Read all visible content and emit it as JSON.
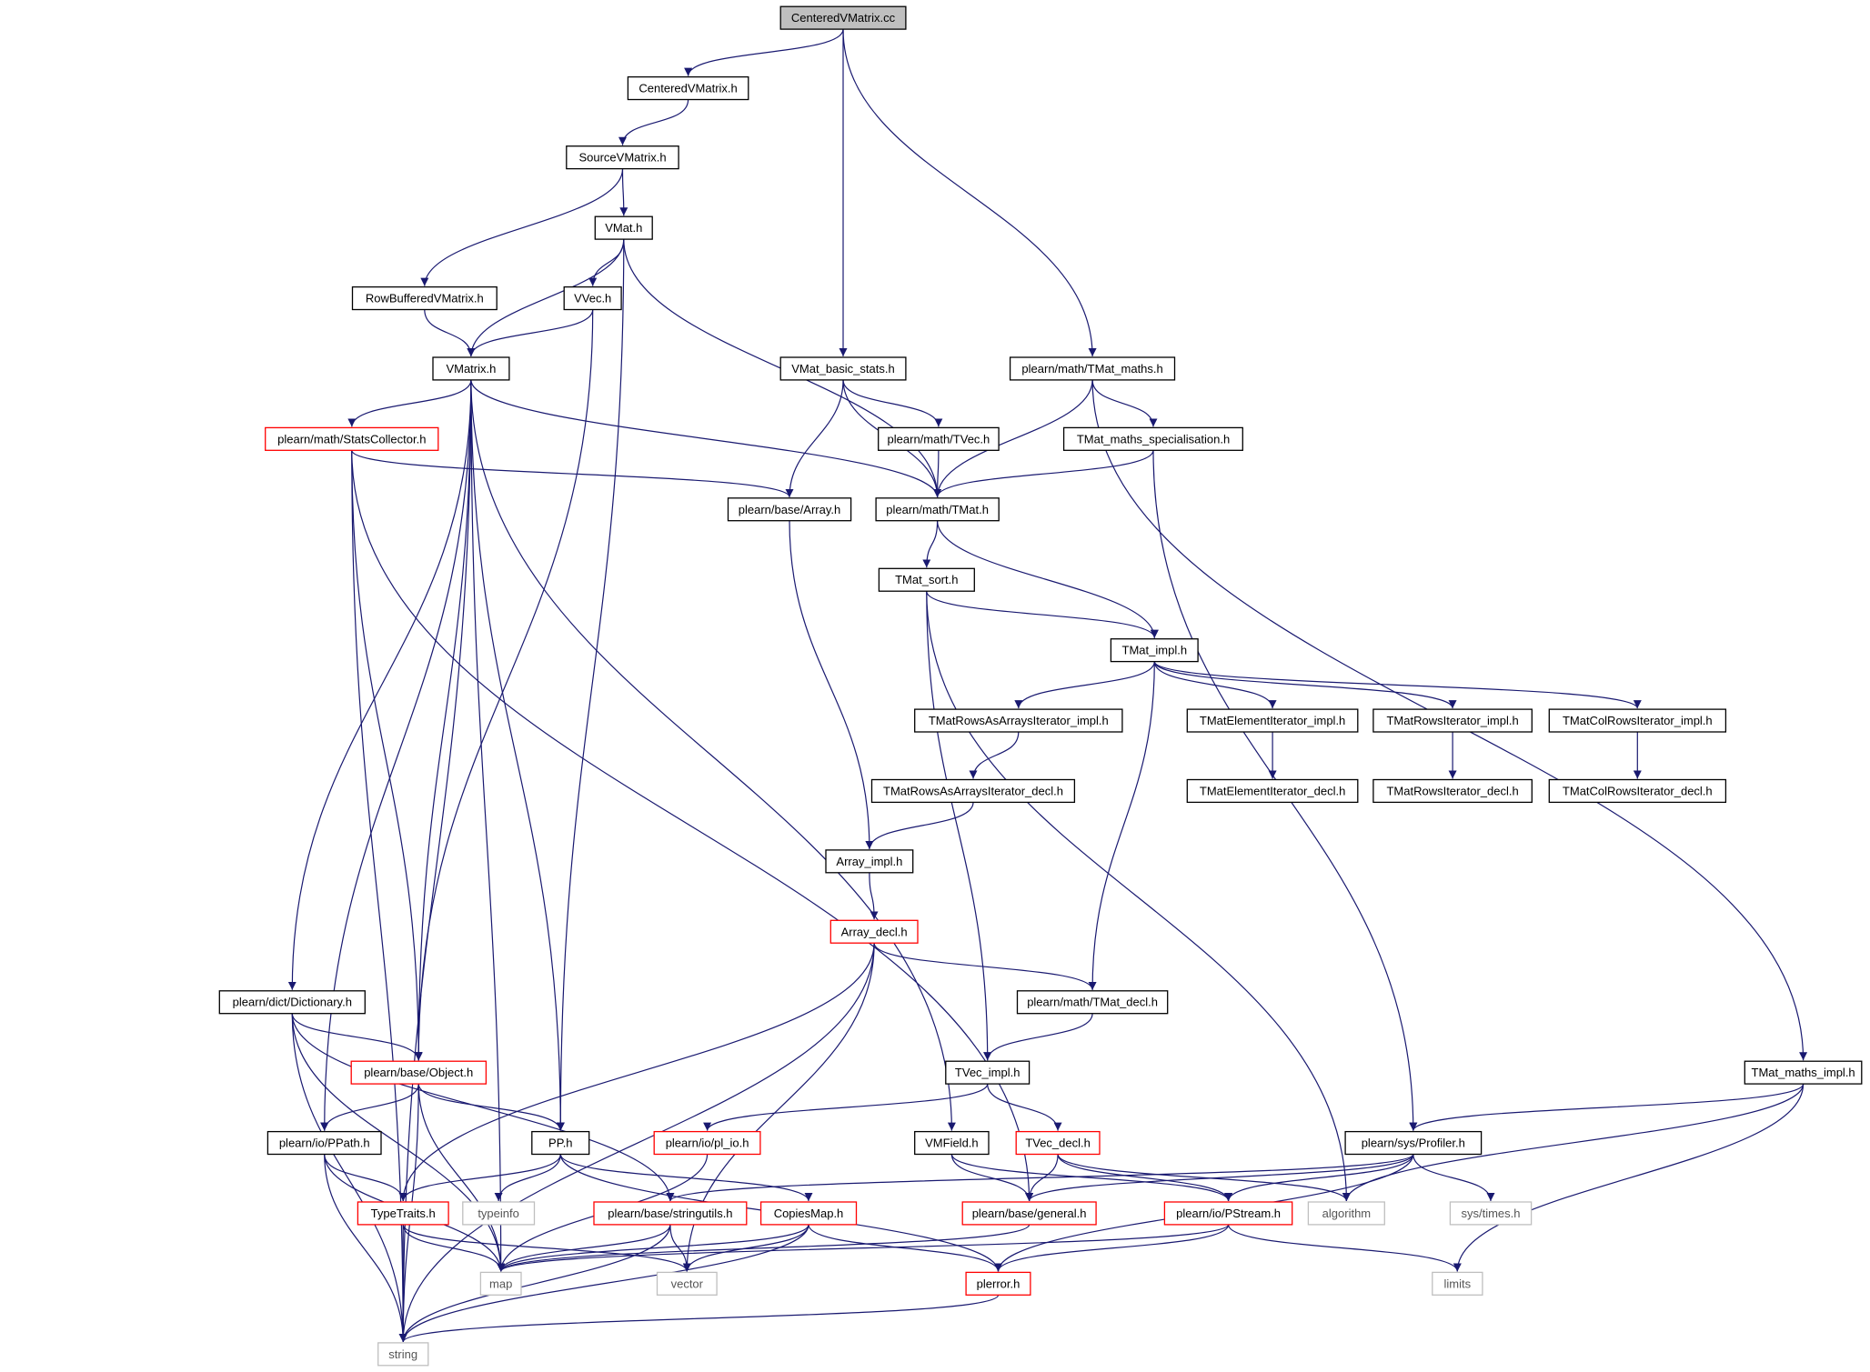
{
  "colors": {
    "edge": "#191970",
    "normal_border": "#000000",
    "truncated_border": "#ff0000",
    "system_border": "#bfbfbf",
    "root_fill": "#bfbfbf",
    "background": "#ffffff"
  },
  "nodes": [
    {
      "id": "root",
      "label": "CenteredVMatrix.cc",
      "kind": "root"
    },
    {
      "id": "cvm_h",
      "label": "CenteredVMatrix.h",
      "kind": "normal"
    },
    {
      "id": "svm_h",
      "label": "SourceVMatrix.h",
      "kind": "normal"
    },
    {
      "id": "vmat_h",
      "label": "VMat.h",
      "kind": "normal"
    },
    {
      "id": "rbvm_h",
      "label": "RowBufferedVMatrix.h",
      "kind": "normal"
    },
    {
      "id": "vvec_h",
      "label": "VVec.h",
      "kind": "normal"
    },
    {
      "id": "vmatrix_h",
      "label": "VMatrix.h",
      "kind": "normal"
    },
    {
      "id": "vmbs_h",
      "label": "VMat_basic_stats.h",
      "kind": "normal"
    },
    {
      "id": "tmaths_h",
      "label": "plearn/math/TMat_maths.h",
      "kind": "normal"
    },
    {
      "id": "stats_h",
      "label": "plearn/math/StatsCollector.h",
      "kind": "truncated"
    },
    {
      "id": "tvec_h",
      "label": "plearn/math/TVec.h",
      "kind": "normal"
    },
    {
      "id": "tmspec_h",
      "label": "TMat_maths_specialisation.h",
      "kind": "normal"
    },
    {
      "id": "array_h",
      "label": "plearn/base/Array.h",
      "kind": "normal"
    },
    {
      "id": "tmat_h",
      "label": "plearn/math/TMat.h",
      "kind": "normal"
    },
    {
      "id": "tmsort_h",
      "label": "TMat_sort.h",
      "kind": "normal"
    },
    {
      "id": "tmimpl_h",
      "label": "TMat_impl.h",
      "kind": "normal"
    },
    {
      "id": "traii_h",
      "label": "TMatRowsAsArraysIterator_impl.h",
      "kind": "normal"
    },
    {
      "id": "teii_h",
      "label": "TMatElementIterator_impl.h",
      "kind": "normal"
    },
    {
      "id": "tri_h",
      "label": "TMatRowsIterator_impl.h",
      "kind": "normal"
    },
    {
      "id": "tcri_h",
      "label": "TMatColRowsIterator_impl.h",
      "kind": "normal"
    },
    {
      "id": "traid_h",
      "label": "TMatRowsAsArraysIterator_decl.h",
      "kind": "normal"
    },
    {
      "id": "teid_h",
      "label": "TMatElementIterator_decl.h",
      "kind": "normal"
    },
    {
      "id": "trid_h",
      "label": "TMatRowsIterator_decl.h",
      "kind": "normal"
    },
    {
      "id": "tcrid_h",
      "label": "TMatColRowsIterator_decl.h",
      "kind": "normal"
    },
    {
      "id": "arrimpl_h",
      "label": "Array_impl.h",
      "kind": "normal"
    },
    {
      "id": "arrdecl_h",
      "label": "Array_decl.h",
      "kind": "truncated"
    },
    {
      "id": "dict_h",
      "label": "plearn/dict/Dictionary.h",
      "kind": "normal"
    },
    {
      "id": "tmdecl_h",
      "label": "plearn/math/TMat_decl.h",
      "kind": "normal"
    },
    {
      "id": "object_h",
      "label": "plearn/base/Object.h",
      "kind": "truncated"
    },
    {
      "id": "tvimpl_h",
      "label": "TVec_impl.h",
      "kind": "normal"
    },
    {
      "id": "tmmimpl_h",
      "label": "TMat_maths_impl.h",
      "kind": "normal"
    },
    {
      "id": "ppath_h",
      "label": "plearn/io/PPath.h",
      "kind": "normal"
    },
    {
      "id": "pp_h",
      "label": "PP.h",
      "kind": "normal"
    },
    {
      "id": "plio_h",
      "label": "plearn/io/pl_io.h",
      "kind": "truncated"
    },
    {
      "id": "vmfield_h",
      "label": "VMField.h",
      "kind": "normal"
    },
    {
      "id": "tvdecl_h",
      "label": "TVec_decl.h",
      "kind": "truncated"
    },
    {
      "id": "profiler_h",
      "label": "plearn/sys/Profiler.h",
      "kind": "normal"
    },
    {
      "id": "typetraits_h",
      "label": "TypeTraits.h",
      "kind": "truncated"
    },
    {
      "id": "typeinfo",
      "label": "typeinfo",
      "kind": "system"
    },
    {
      "id": "stringutils_h",
      "label": "plearn/base/stringutils.h",
      "kind": "truncated"
    },
    {
      "id": "copiesmap_h",
      "label": "CopiesMap.h",
      "kind": "truncated"
    },
    {
      "id": "general_h",
      "label": "plearn/base/general.h",
      "kind": "truncated"
    },
    {
      "id": "pstream_h",
      "label": "plearn/io/PStream.h",
      "kind": "truncated"
    },
    {
      "id": "algorithm",
      "label": "algorithm",
      "kind": "system"
    },
    {
      "id": "systimes",
      "label": "sys/times.h",
      "kind": "system"
    },
    {
      "id": "map",
      "label": "map",
      "kind": "system"
    },
    {
      "id": "vector",
      "label": "vector",
      "kind": "system"
    },
    {
      "id": "plerror_h",
      "label": "plerror.h",
      "kind": "truncated"
    },
    {
      "id": "limits",
      "label": "limits",
      "kind": "system"
    },
    {
      "id": "string",
      "label": "string",
      "kind": "system"
    }
  ],
  "edges": [
    [
      "root",
      "cvm_h"
    ],
    [
      "root",
      "vmbs_h"
    ],
    [
      "root",
      "tmaths_h"
    ],
    [
      "cvm_h",
      "svm_h"
    ],
    [
      "svm_h",
      "rbvm_h"
    ],
    [
      "svm_h",
      "vmat_h"
    ],
    [
      "vmat_h",
      "vvec_h"
    ],
    [
      "vmat_h",
      "vmatrix_h"
    ],
    [
      "vmat_h",
      "pp_h"
    ],
    [
      "vmat_h",
      "tmat_h"
    ],
    [
      "rbvm_h",
      "vmatrix_h"
    ],
    [
      "vvec_h",
      "vmatrix_h"
    ],
    [
      "vvec_h",
      "object_h"
    ],
    [
      "vmatrix_h",
      "stats_h"
    ],
    [
      "vmatrix_h",
      "tmat_h"
    ],
    [
      "vmatrix_h",
      "object_h"
    ],
    [
      "vmatrix_h",
      "pp_h"
    ],
    [
      "vmatrix_h",
      "vmfield_h"
    ],
    [
      "vmatrix_h",
      "dict_h"
    ],
    [
      "vmatrix_h",
      "ppath_h"
    ],
    [
      "vmatrix_h",
      "map"
    ],
    [
      "vmatrix_h",
      "string"
    ],
    [
      "stats_h",
      "array_h"
    ],
    [
      "stats_h",
      "object_h"
    ],
    [
      "stats_h",
      "general_h"
    ],
    [
      "stats_h",
      "string"
    ],
    [
      "vmbs_h",
      "array_h"
    ],
    [
      "vmbs_h",
      "tvec_h"
    ],
    [
      "vmbs_h",
      "tmat_h"
    ],
    [
      "tvec_h",
      "tmat_h"
    ],
    [
      "tmaths_h",
      "tmspec_h"
    ],
    [
      "tmaths_h",
      "tmat_h"
    ],
    [
      "tmaths_h",
      "tmmimpl_h"
    ],
    [
      "tmspec_h",
      "tmat_h"
    ],
    [
      "tmspec_h",
      "profiler_h"
    ],
    [
      "array_h",
      "arrimpl_h"
    ],
    [
      "tmat_h",
      "tmsort_h"
    ],
    [
      "tmat_h",
      "tmimpl_h"
    ],
    [
      "tmsort_h",
      "tmimpl_h"
    ],
    [
      "tmsort_h",
      "tvimpl_h"
    ],
    [
      "tmsort_h",
      "algorithm"
    ],
    [
      "tmimpl_h",
      "traii_h"
    ],
    [
      "tmimpl_h",
      "teii_h"
    ],
    [
      "tmimpl_h",
      "tri_h"
    ],
    [
      "tmimpl_h",
      "tcri_h"
    ],
    [
      "tmimpl_h",
      "tmdecl_h"
    ],
    [
      "traii_h",
      "traid_h"
    ],
    [
      "teii_h",
      "teid_h"
    ],
    [
      "tri_h",
      "trid_h"
    ],
    [
      "tcri_h",
      "tcrid_h"
    ],
    [
      "traid_h",
      "arrimpl_h"
    ],
    [
      "arrimpl_h",
      "arrdecl_h"
    ],
    [
      "arrdecl_h",
      "tmdecl_h"
    ],
    [
      "arrdecl_h",
      "typetraits_h"
    ],
    [
      "arrdecl_h",
      "vector"
    ],
    [
      "arrdecl_h",
      "string"
    ],
    [
      "tmdecl_h",
      "tvimpl_h"
    ],
    [
      "dict_h",
      "object_h"
    ],
    [
      "dict_h",
      "stringutils_h"
    ],
    [
      "dict_h",
      "map"
    ],
    [
      "dict_h",
      "string"
    ],
    [
      "object_h",
      "ppath_h"
    ],
    [
      "object_h",
      "pp_h"
    ],
    [
      "object_h",
      "map"
    ],
    [
      "object_h",
      "string"
    ],
    [
      "tvimpl_h",
      "plio_h"
    ],
    [
      "tvimpl_h",
      "tvdecl_h"
    ],
    [
      "tmmimpl_h",
      "profiler_h"
    ],
    [
      "tmmimpl_h",
      "algorithm"
    ],
    [
      "tmmimpl_h",
      "limits"
    ],
    [
      "ppath_h",
      "typetraits_h"
    ],
    [
      "ppath_h",
      "map"
    ],
    [
      "ppath_h",
      "string"
    ],
    [
      "pp_h",
      "typetraits_h"
    ],
    [
      "pp_h",
      "typeinfo"
    ],
    [
      "pp_h",
      "copiesmap_h"
    ],
    [
      "pp_h",
      "plerror_h"
    ],
    [
      "plio_h",
      "map"
    ],
    [
      "vmfield_h",
      "general_h"
    ],
    [
      "vmfield_h",
      "pstream_h"
    ],
    [
      "tvdecl_h",
      "general_h"
    ],
    [
      "tvdecl_h",
      "pstream_h"
    ],
    [
      "tvdecl_h",
      "algorithm"
    ],
    [
      "profiler_h",
      "stringutils_h"
    ],
    [
      "profiler_h",
      "general_h"
    ],
    [
      "profiler_h",
      "pstream_h"
    ],
    [
      "profiler_h",
      "systimes"
    ],
    [
      "profiler_h",
      "plerror_h"
    ],
    [
      "typetraits_h",
      "map"
    ],
    [
      "typetraits_h",
      "vector"
    ],
    [
      "typetraits_h",
      "string"
    ],
    [
      "stringutils_h",
      "map"
    ],
    [
      "stringutils_h",
      "vector"
    ],
    [
      "stringutils_h",
      "string"
    ],
    [
      "copiesmap_h",
      "map"
    ],
    [
      "copiesmap_h",
      "vector"
    ],
    [
      "copiesmap_h",
      "string"
    ],
    [
      "copiesmap_h",
      "plerror_h"
    ],
    [
      "general_h",
      "map"
    ],
    [
      "pstream_h",
      "map"
    ],
    [
      "pstream_h",
      "plerror_h"
    ],
    [
      "pstream_h",
      "limits"
    ],
    [
      "plerror_h",
      "string"
    ]
  ]
}
